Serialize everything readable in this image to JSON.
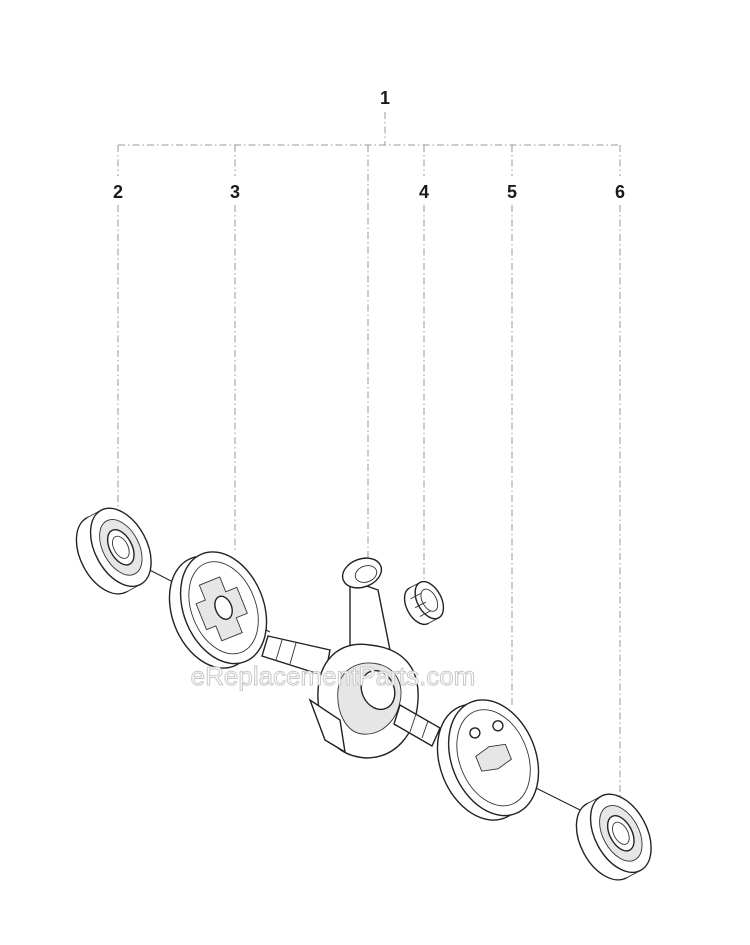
{
  "callouts": {
    "main": "1",
    "bearing_left": "2",
    "counterweight_left": "3",
    "needle_bearing": "4",
    "counterweight_right": "5",
    "bearing_right": "6"
  },
  "watermark": "eReplacementParts.com"
}
